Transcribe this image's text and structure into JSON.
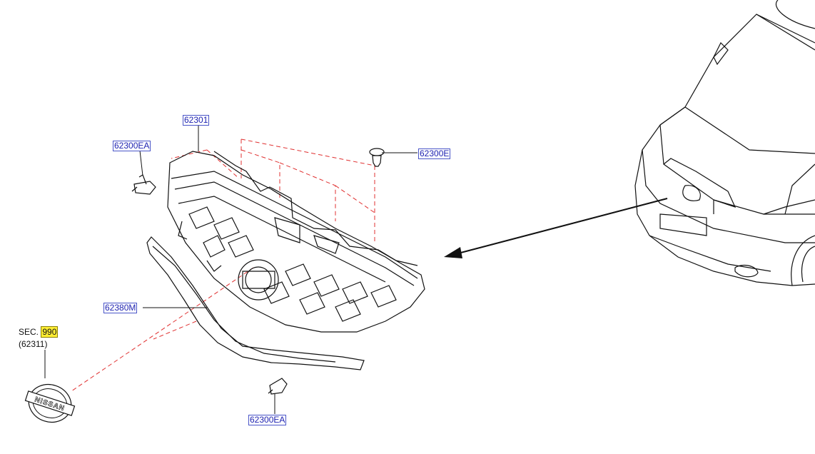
{
  "callouts": {
    "grille_upper": "62301",
    "clip_left": "62300EA",
    "clip_top": "62300E",
    "molding": "62380M",
    "clip_bottom": "62300EA"
  },
  "section_ref": {
    "prefix": "SEC.",
    "number": "990",
    "sub": "(62311)"
  },
  "emblem": {
    "text": "NISSAN"
  },
  "colors": {
    "callout_text": "#1b1fb0",
    "callout_border": "#4a55c8",
    "highlight": "#ffee33",
    "dash": "#e03030",
    "line": "#111111"
  }
}
